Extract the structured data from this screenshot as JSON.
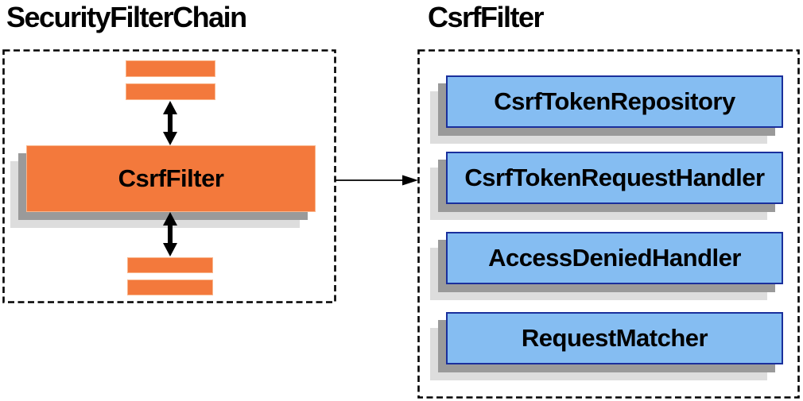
{
  "left_panel": {
    "title": "SecurityFilterChain",
    "csrf_filter_label": "CsrfFilter"
  },
  "right_panel": {
    "title": "CsrfFilter",
    "components": [
      {
        "label": "CsrfTokenRepository"
      },
      {
        "label": "CsrfTokenRequestHandler"
      },
      {
        "label": "AccessDeniedHandler"
      },
      {
        "label": "RequestMatcher"
      }
    ]
  },
  "colors": {
    "filter_orange": "#F3793C",
    "filter_orange_highlight": "#F9B68C",
    "component_blue": "#85BDF2",
    "component_border_navy": "#1A2F9C",
    "shadow_gray": "#9A9A9A",
    "shadow_light_gray": "#DDDDDD",
    "boundary_black": "#000000"
  }
}
